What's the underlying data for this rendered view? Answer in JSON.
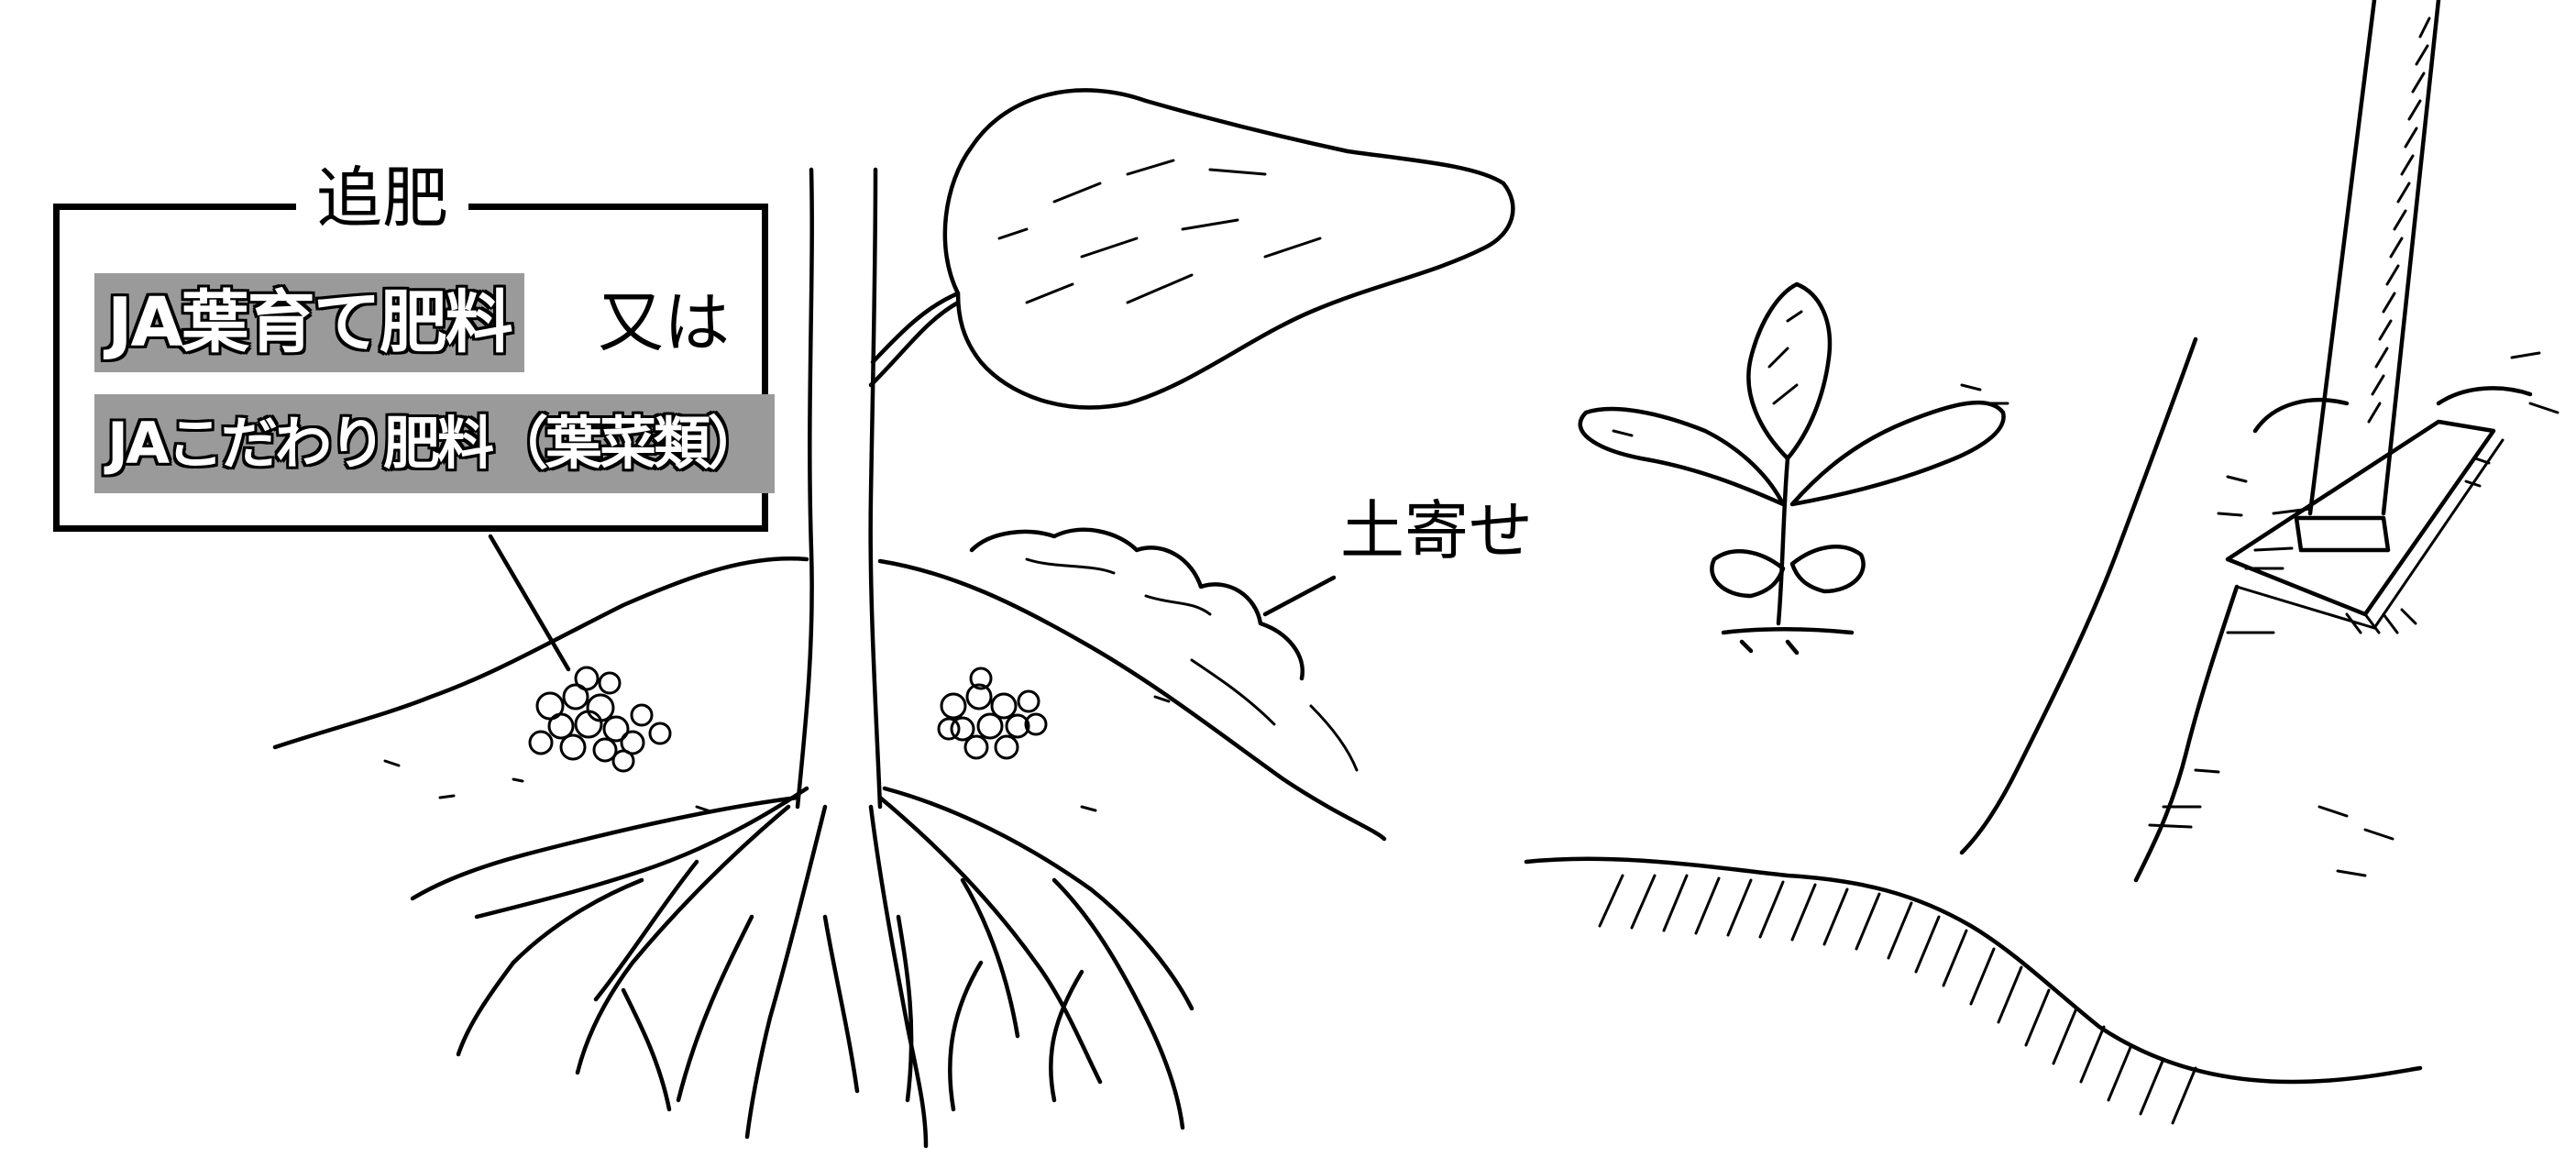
{
  "callout": {
    "title": "追肥",
    "product_1": "JA葉育て肥料",
    "conjunction": "又は",
    "product_2": "JAこだわり肥料（葉菜類）"
  },
  "labels": {
    "earthing_up": "土寄せ"
  }
}
